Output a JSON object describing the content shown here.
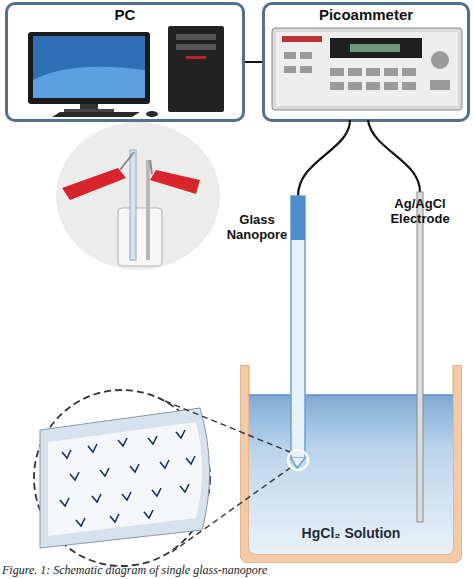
{
  "diagram": {
    "caption": "Figure. 1: Schematic diagram of single glass-nanopore",
    "nodes": [
      {
        "text": [
          "PC"
        ]
      },
      {
        "text": [
          "Picoammeter"
        ]
      },
      {
        "text": [
          "HgCl₂ Solution"
        ]
      }
    ],
    "edges": [
      {
        "from": 0,
        "to": 1,
        "arrow": "none"
      }
    ],
    "labels": [
      "Glass Nanopore",
      "Ag/AgCl Electrode"
    ]
  }
}
